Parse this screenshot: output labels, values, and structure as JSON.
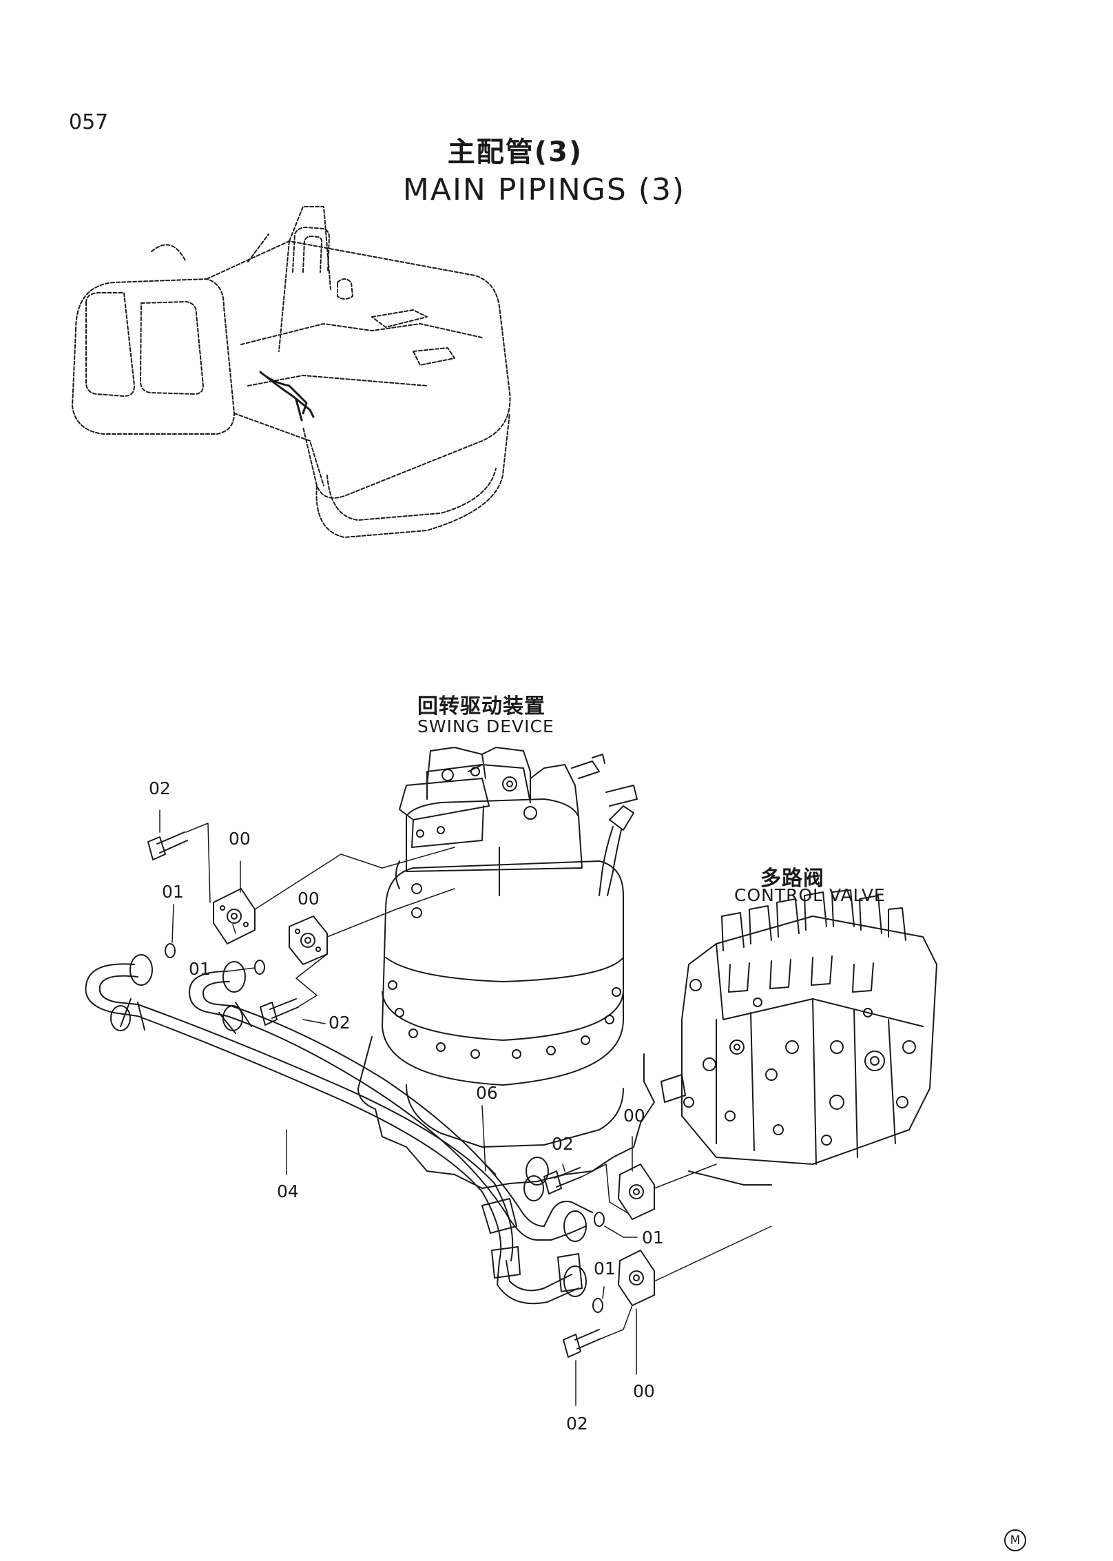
{
  "page_number": "057",
  "title_zh": "主配管(3)",
  "title_en": "MAIN  PIPINGS  (3)",
  "components": {
    "swing_device": {
      "zh": "回转驱动装置",
      "en": "SWING  DEVICE"
    },
    "control_valve": {
      "zh": "多路阀",
      "en": "CONTROL  VALVE"
    }
  },
  "callouts": {
    "c1": "02",
    "c2": "00",
    "c3": "01",
    "c4": "00",
    "c5": "01",
    "c6": "02",
    "c7": "04",
    "c8": "06",
    "c9": "02",
    "c10": "00",
    "c11": "01",
    "c12": "01",
    "c13": "00",
    "c14": "02"
  },
  "corner_mark": "M"
}
